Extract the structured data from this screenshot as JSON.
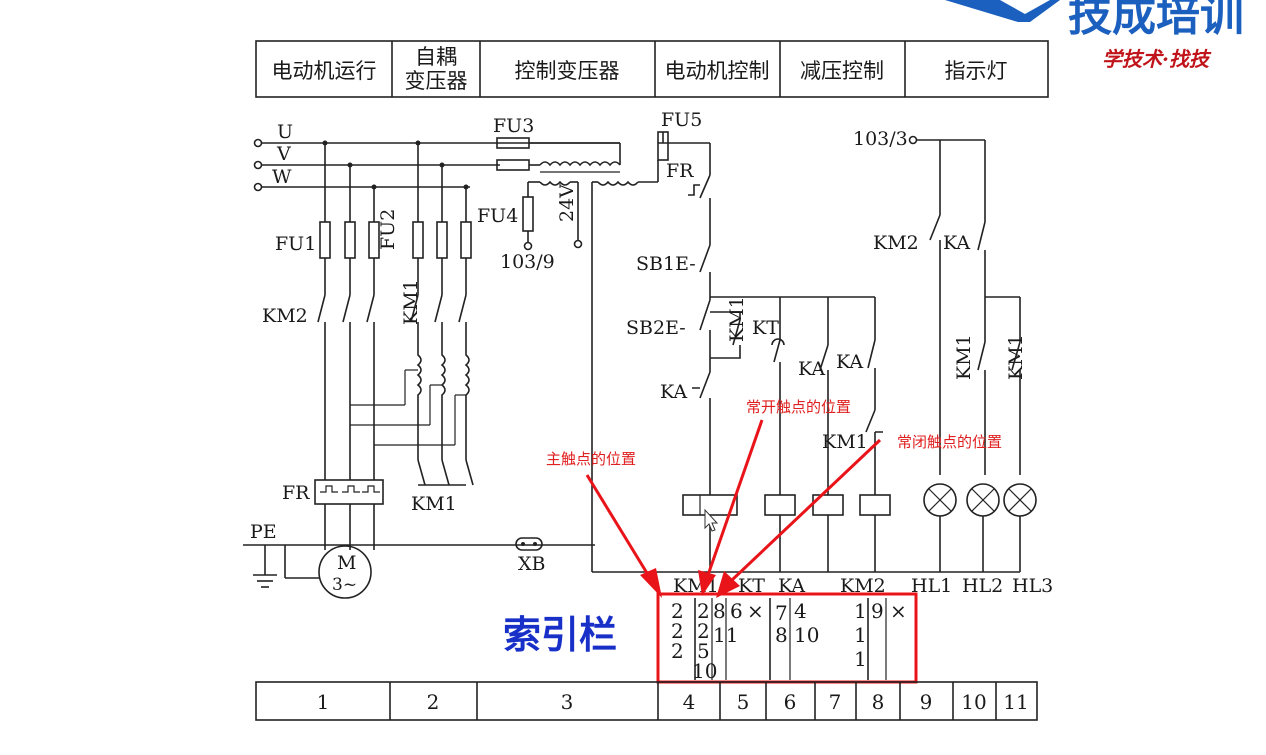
{
  "logo": {
    "brand_text": "技成培训",
    "slogan": "学技术·找技"
  },
  "header_sections": [
    {
      "label": "电动机运行"
    },
    {
      "label_line1": "自耦",
      "label_line2": "变压器"
    },
    {
      "label": "控制变压器"
    },
    {
      "label": "电动机控制"
    },
    {
      "label": "减压控制"
    },
    {
      "label": "指示灯"
    }
  ],
  "column_numbers": [
    "1",
    "2",
    "3",
    "4",
    "5",
    "6",
    "7",
    "8",
    "9",
    "10",
    "11"
  ],
  "labels": {
    "U": "U",
    "V": "V",
    "W": "W",
    "FU1": "FU1",
    "FU2": "FU2",
    "FU3": "FU3",
    "FU4": "FU4",
    "FU5": "FU5",
    "v24": "24V",
    "ref_103_9": "103/9",
    "ref_103_3": "103/3",
    "KM2_main": "KM2",
    "KM1_main": "KM1",
    "KM1_auto": "KM1",
    "FR_relay": "FR",
    "FR_contact": "FR",
    "PE": "PE",
    "M": "M",
    "M3": "3~",
    "XB": "XB",
    "SB1E": "SB1E-",
    "SB2E": "SB2E-",
    "KM1_hold": "KM1",
    "KA_nc": "KA",
    "KT": "KT",
    "KA1": "KA",
    "KA2": "KA",
    "KM1_nc": "KM1",
    "KM2_ind": "KM2",
    "KA_ind": "KA",
    "KM1_ind1": "KM1",
    "KM1_ind2": "KM1",
    "HL1": "HL1",
    "HL2": "HL2",
    "HL3": "HL3",
    "coil_KM1": "KM1",
    "coil_KT": "KT",
    "coil_KA": "KA",
    "coil_KM2": "KM2"
  },
  "annotations": {
    "main_contact": "主触点的位置",
    "no_contact": "常开触点的位置",
    "nc_contact": "常闭触点的位置"
  },
  "index_title": "索引栏",
  "index_entries": {
    "km1_main": [
      "2",
      "2",
      "2"
    ],
    "km1_no": [
      "2",
      "2",
      "5",
      "10"
    ],
    "km1_nc": "8",
    "km1_nc2": "11",
    "kt_no": "6",
    "kt_nc": "×",
    "ka_no": [
      "7",
      "8"
    ],
    "ka_nc": [
      "4",
      "10"
    ],
    "km2_main": [
      "1",
      "1",
      "1"
    ],
    "km2_no": "9",
    "km2_nc": "×"
  }
}
